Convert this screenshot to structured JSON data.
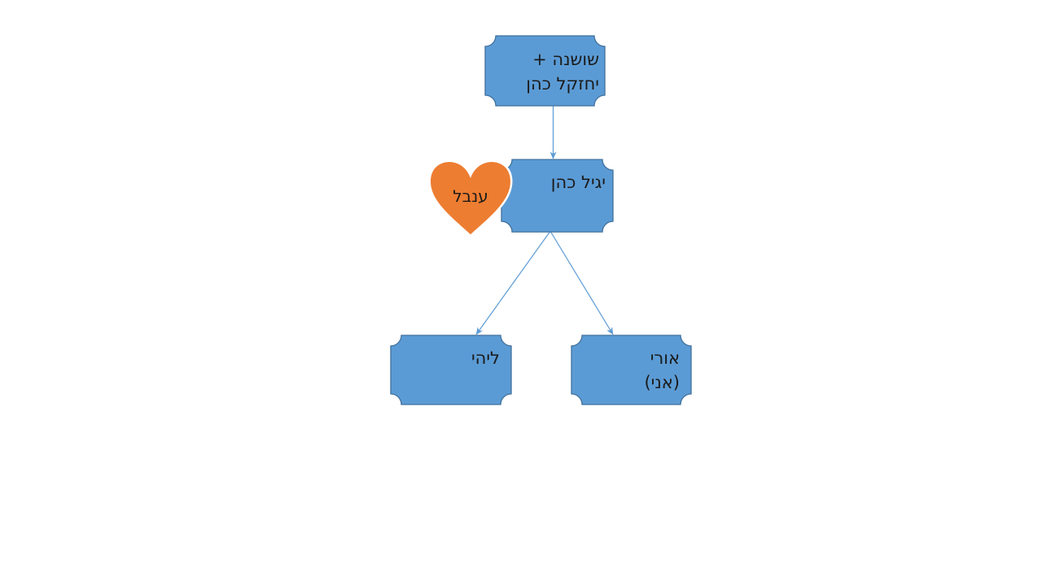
{
  "diagram": {
    "kind": "family-tree",
    "background_color": "#FFFFFF",
    "colors": {
      "box_fill": "#5B9BD5",
      "box_border": "#41719C",
      "heart_fill": "#ED7D31",
      "heart_outline": "#FFFFFF",
      "connector": "#5B9BD5",
      "text": "#1A1A1A"
    },
    "nodes": {
      "grandparents": {
        "shape": "plaque",
        "line1": "שושנה +",
        "line2": "יחזקל כהן"
      },
      "father": {
        "shape": "plaque",
        "label": "יגיל כהן"
      },
      "spouse": {
        "shape": "heart",
        "label": "ענבל"
      },
      "daughter": {
        "shape": "plaque",
        "label": "ליהי"
      },
      "son": {
        "shape": "plaque",
        "line1": "אורי",
        "line2": "(אני)"
      }
    },
    "connectors": [
      {
        "from": "grandparents",
        "to": "father",
        "style": "straight-arrow"
      },
      {
        "from": "father",
        "to": "daughter",
        "style": "straight-arrow"
      },
      {
        "from": "father",
        "to": "son",
        "style": "straight-arrow"
      }
    ]
  }
}
